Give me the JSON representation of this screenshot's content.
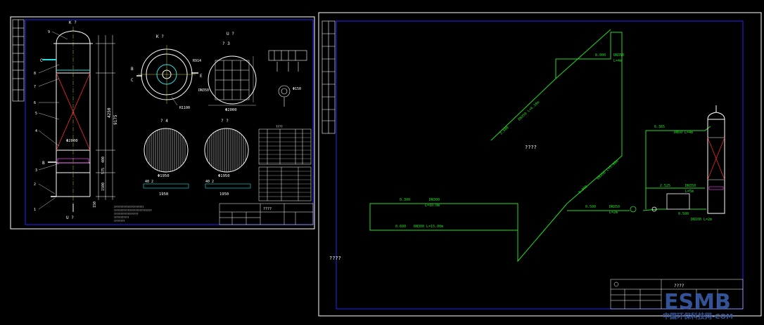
{
  "colors": {
    "background": "#000000",
    "sheet_border": "#ffffff",
    "frame": "#2323ff",
    "vessel": "#ffffff",
    "cross": "#ff2a2a",
    "pipe": "#22dd22",
    "cyan": "#22e0e0",
    "magenta": "#ff44ff",
    "yellow": "#ffff44",
    "watermark": "#3a5ca8"
  },
  "left_sheet": {
    "view_label_top": "K ?",
    "view_label_bottom": "U ?",
    "section_label_1": "U ?",
    "section_label_1b": "?     3",
    "section_label_2": "?    4",
    "section_label_3": "?    ?",
    "k_label": "K ?",
    "callouts": [
      "9",
      "8",
      "7",
      "6",
      "5",
      "4",
      "3",
      "2",
      "1"
    ],
    "nozzle_C": "C",
    "nozzle_B": "B",
    "nozzle_E": "E",
    "dim_diameter_main": "Φ2000",
    "dim_total_height": "9175",
    "dim_mid_height": "4250",
    "dim_lower_1": "400",
    "dim_lower_2": "575",
    "dim_lower_3": "1500",
    "dim_lower_4": "150",
    "dim_plan_dia": "Φ2000",
    "dim_top_ring": "R914",
    "dim_bot_ring": "R1100",
    "dim_nozzle": "DN350",
    "dim_disc_1": "Φ1950",
    "dim_disc_2": "Φ1950",
    "dim_len_1": "1950",
    "dim_len_2": "1950",
    "dim_pitch": "40  2",
    "dim_small": "Φ150",
    "notes": [
      "??????????????????????",
      "????????????????????????????",
      "??????????????????",
      "???????????",
      "????????"
    ],
    "title_block_label": "????",
    "table_header": "????"
  },
  "right_sheet": {
    "center_label": "????",
    "corner_label": "????",
    "title_label": "????",
    "pipes": [
      {
        "elev": "8.000",
        "spec": "DN350",
        "len": "L=4m"
      },
      {
        "elev": "3.500",
        "spec": "DN350 L=6.50m",
        "len": ""
      },
      {
        "elev": "0.000",
        "spec": "DN350 L=5.00m",
        "len": ""
      },
      {
        "elev": "0.300",
        "spec": "DN300",
        "len": "L=10.0m"
      },
      {
        "elev": "0.600",
        "spec": "DN300 L=15.00m",
        "len": ""
      },
      {
        "elev": "0.500",
        "spec": "DN350",
        "len": "L=2m"
      },
      {
        "elev": "6.365",
        "spec": "DN50 L=4m",
        "len": ""
      },
      {
        "elev": "2.525",
        "spec": "DN350",
        "len": "L=5m"
      },
      {
        "elev": "0.500",
        "spec": "DN100 L=2m",
        "len": ""
      }
    ]
  },
  "watermark": {
    "logo": "ESMB",
    "text": "中国环保科技网-COM"
  }
}
